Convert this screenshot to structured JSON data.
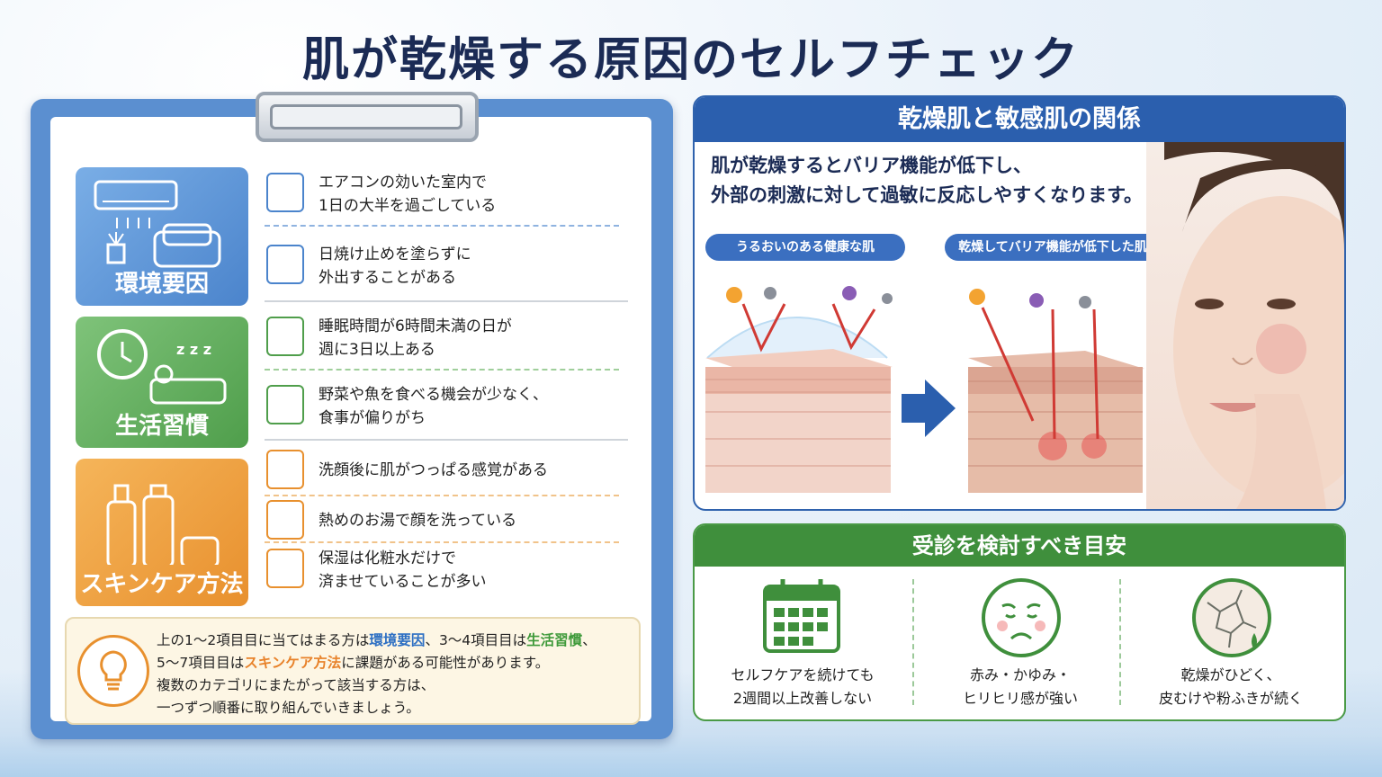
{
  "title": "肌が乾燥する原因のセルフチェック",
  "checklist": {
    "categories": [
      {
        "label": "環境要因",
        "color": "#4b84cc"
      },
      {
        "label": "生活習慣",
        "color": "#4f9e4b"
      },
      {
        "label": "スキンケア方法",
        "color": "#e8902e"
      }
    ],
    "items": [
      {
        "text": "エアコンの効いた室内で\n1日の大半を過ごしている"
      },
      {
        "text": "日焼け止めを塗らずに\n外出することがある"
      },
      {
        "text": "睡眠時間が6時間未満の日が\n週に3日以上ある"
      },
      {
        "text": "野菜や魚を食べる機会が少なく、\n食事が偏りがち"
      },
      {
        "text": "洗顔後に肌がつっぱる感覚がある"
      },
      {
        "text": "熱めのお湯で顔を洗っている"
      },
      {
        "text": "保湿は化粧水だけで\n済ませていることが多い"
      }
    ],
    "note": {
      "l1a": "上の1～2項目目に当てはまる方は",
      "l1b": "環境要因",
      "l1c": "、3～4項目目は",
      "l1d": "生活習慣",
      "l1e": "、",
      "l2a": "5～7項目目は",
      "l2b": "スキンケア方法",
      "l2c": "に課題がある可能性があります。",
      "l3": "複数のカテゴリにまたがって該当する方は、",
      "l4": "一つずつ順番に取り組んでいきましょう。"
    }
  },
  "relation": {
    "header": "乾燥肌と敏感肌の関係",
    "desc1": "肌が乾燥するとバリア機能が低下し、",
    "desc2": "外部の刺激に対して過敏に反応しやすくなります。",
    "healthy_label": "うるおいのある健康な肌",
    "dry_label": "乾燥してバリア機能が低下した肌"
  },
  "criteria": {
    "header": "受診を検討すべき目安",
    "items": [
      {
        "icon": "calendar-icon",
        "text": "セルフケアを続けても\n2週間以上改善しない"
      },
      {
        "icon": "sad-face-icon",
        "text": "赤み・かゆみ・\nヒリヒリ感が強い"
      },
      {
        "icon": "cracked-skin-icon",
        "text": "乾燥がひどく、\n皮むけや粉ふきが続く"
      }
    ]
  },
  "colors": {
    "blue": "#2b5fae",
    "green": "#3f8f3c",
    "orange": "#e8902e",
    "navy": "#1b2b55"
  }
}
